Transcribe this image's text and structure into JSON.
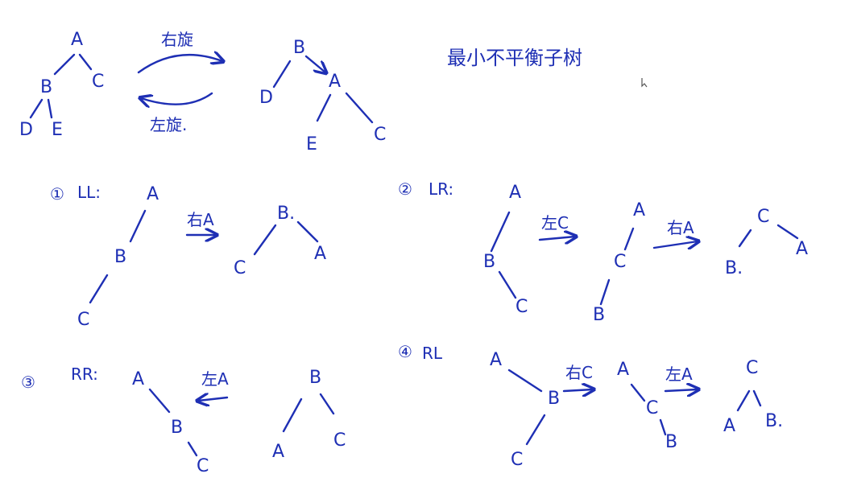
{
  "header": {
    "title": "最小不平衡子树"
  },
  "rotation_demo": {
    "left_tree": {
      "root": "A",
      "l": "B",
      "r": "C",
      "ll": "D",
      "lr": "E"
    },
    "right_tree": {
      "root": "B",
      "l": "D",
      "r": "A",
      "rl": "E",
      "rr": "C"
    },
    "top_arrow_label": "右旋",
    "bottom_arrow_label": "左旋."
  },
  "cases": {
    "ll": {
      "marker": "①",
      "title": "LL:",
      "before": {
        "n1": "A",
        "n2": "B",
        "n3": "C"
      },
      "op": "右A",
      "after": {
        "root": "B.",
        "l": "C",
        "r": "A"
      }
    },
    "lr": {
      "marker": "②",
      "title": "LR:",
      "before": {
        "n1": "A",
        "n2": "B",
        "n3": "C"
      },
      "op1": "左C",
      "mid": {
        "n1": "A",
        "n2": "C",
        "n3": "B"
      },
      "op2": "右A",
      "after": {
        "root": "C",
        "l": "B.",
        "r": "A"
      }
    },
    "rr": {
      "marker": "③",
      "title": "RR:",
      "before": {
        "n1": "A",
        "n2": "B",
        "n3": "C"
      },
      "op": "左A",
      "after": {
        "root": "B",
        "l": "A",
        "r": "C"
      }
    },
    "rl": {
      "marker": "④",
      "title": "RL",
      "before": {
        "n1": "A",
        "n2": "B",
        "n3": "C"
      },
      "op1": "右C",
      "mid": {
        "n1": "A",
        "n2": "C",
        "n3": "B"
      },
      "op2": "左A",
      "after": {
        "root": "C",
        "l": "A",
        "r": "B."
      }
    }
  }
}
